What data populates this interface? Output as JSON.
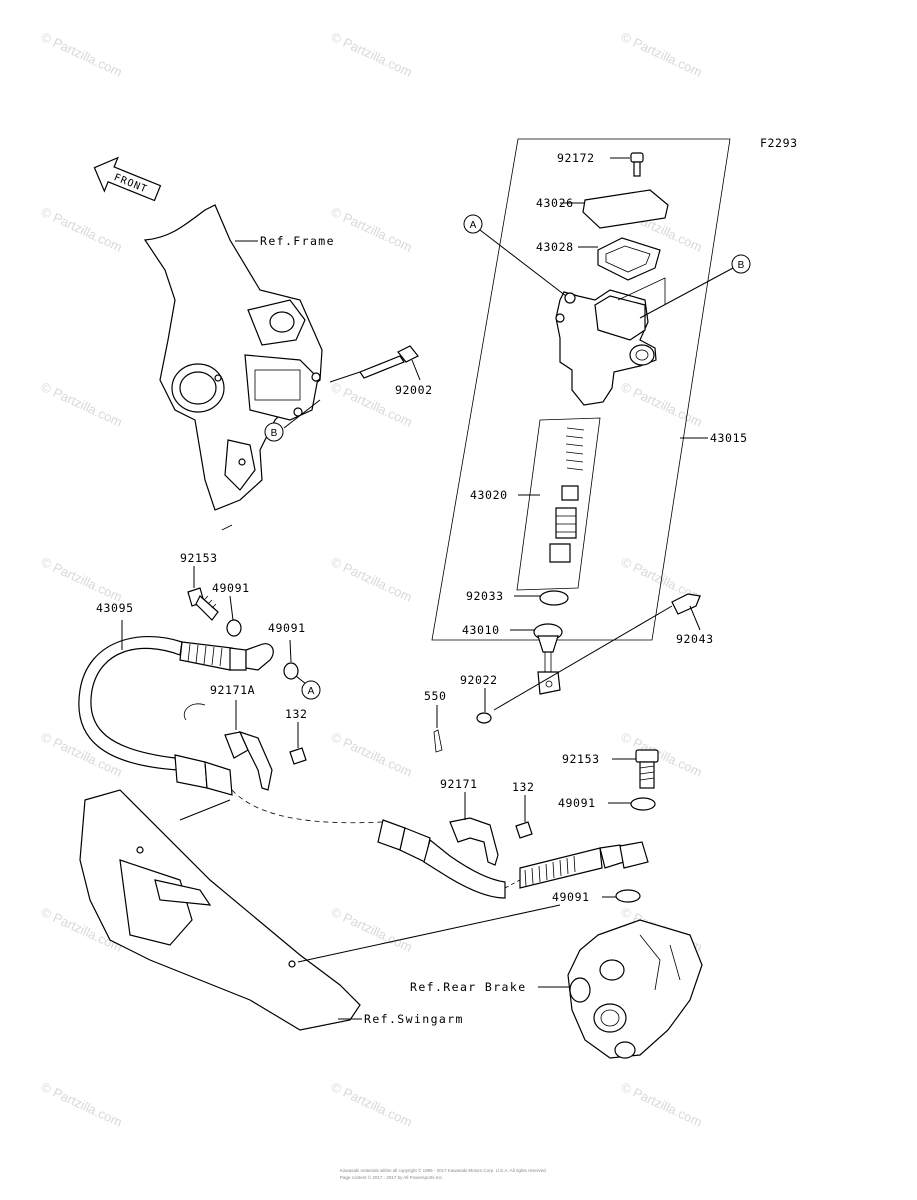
{
  "diagram_code": "F2293",
  "front_label": "FRONT",
  "watermark": "© Partzilla.com",
  "footer_line_1": "Kawasaki materials within all copyright © 1995 - 2017 Kawasaki Motors Corp. U.S.A. All rights reserved.",
  "footer_line_2": "Page content © 2017 - 2017 by All Powersports Inc.",
  "callouts": {
    "a1": "A",
    "a2": "A",
    "b1": "B",
    "b2": "B"
  },
  "references": {
    "frame": "Ref.Frame",
    "rear_brake": "Ref.Rear Brake",
    "swingarm": "Ref.Swingarm"
  },
  "parts": {
    "p92172": "92172",
    "p43026": "43026",
    "p43028": "43028",
    "p92002": "92002",
    "p43015": "43015",
    "p43020": "43020",
    "p92153_top": "92153",
    "p49091_a": "49091",
    "p43095": "43095",
    "p49091_b": "49091",
    "p92033": "92033",
    "p43010": "43010",
    "p92043": "92043",
    "p92171a": "92171A",
    "p132_a": "132",
    "p550": "550",
    "p92022": "92022",
    "p92153_bottom": "92153",
    "p92171": "92171",
    "p132_b": "132",
    "p49091_c": "49091",
    "p49091_d": "49091"
  }
}
